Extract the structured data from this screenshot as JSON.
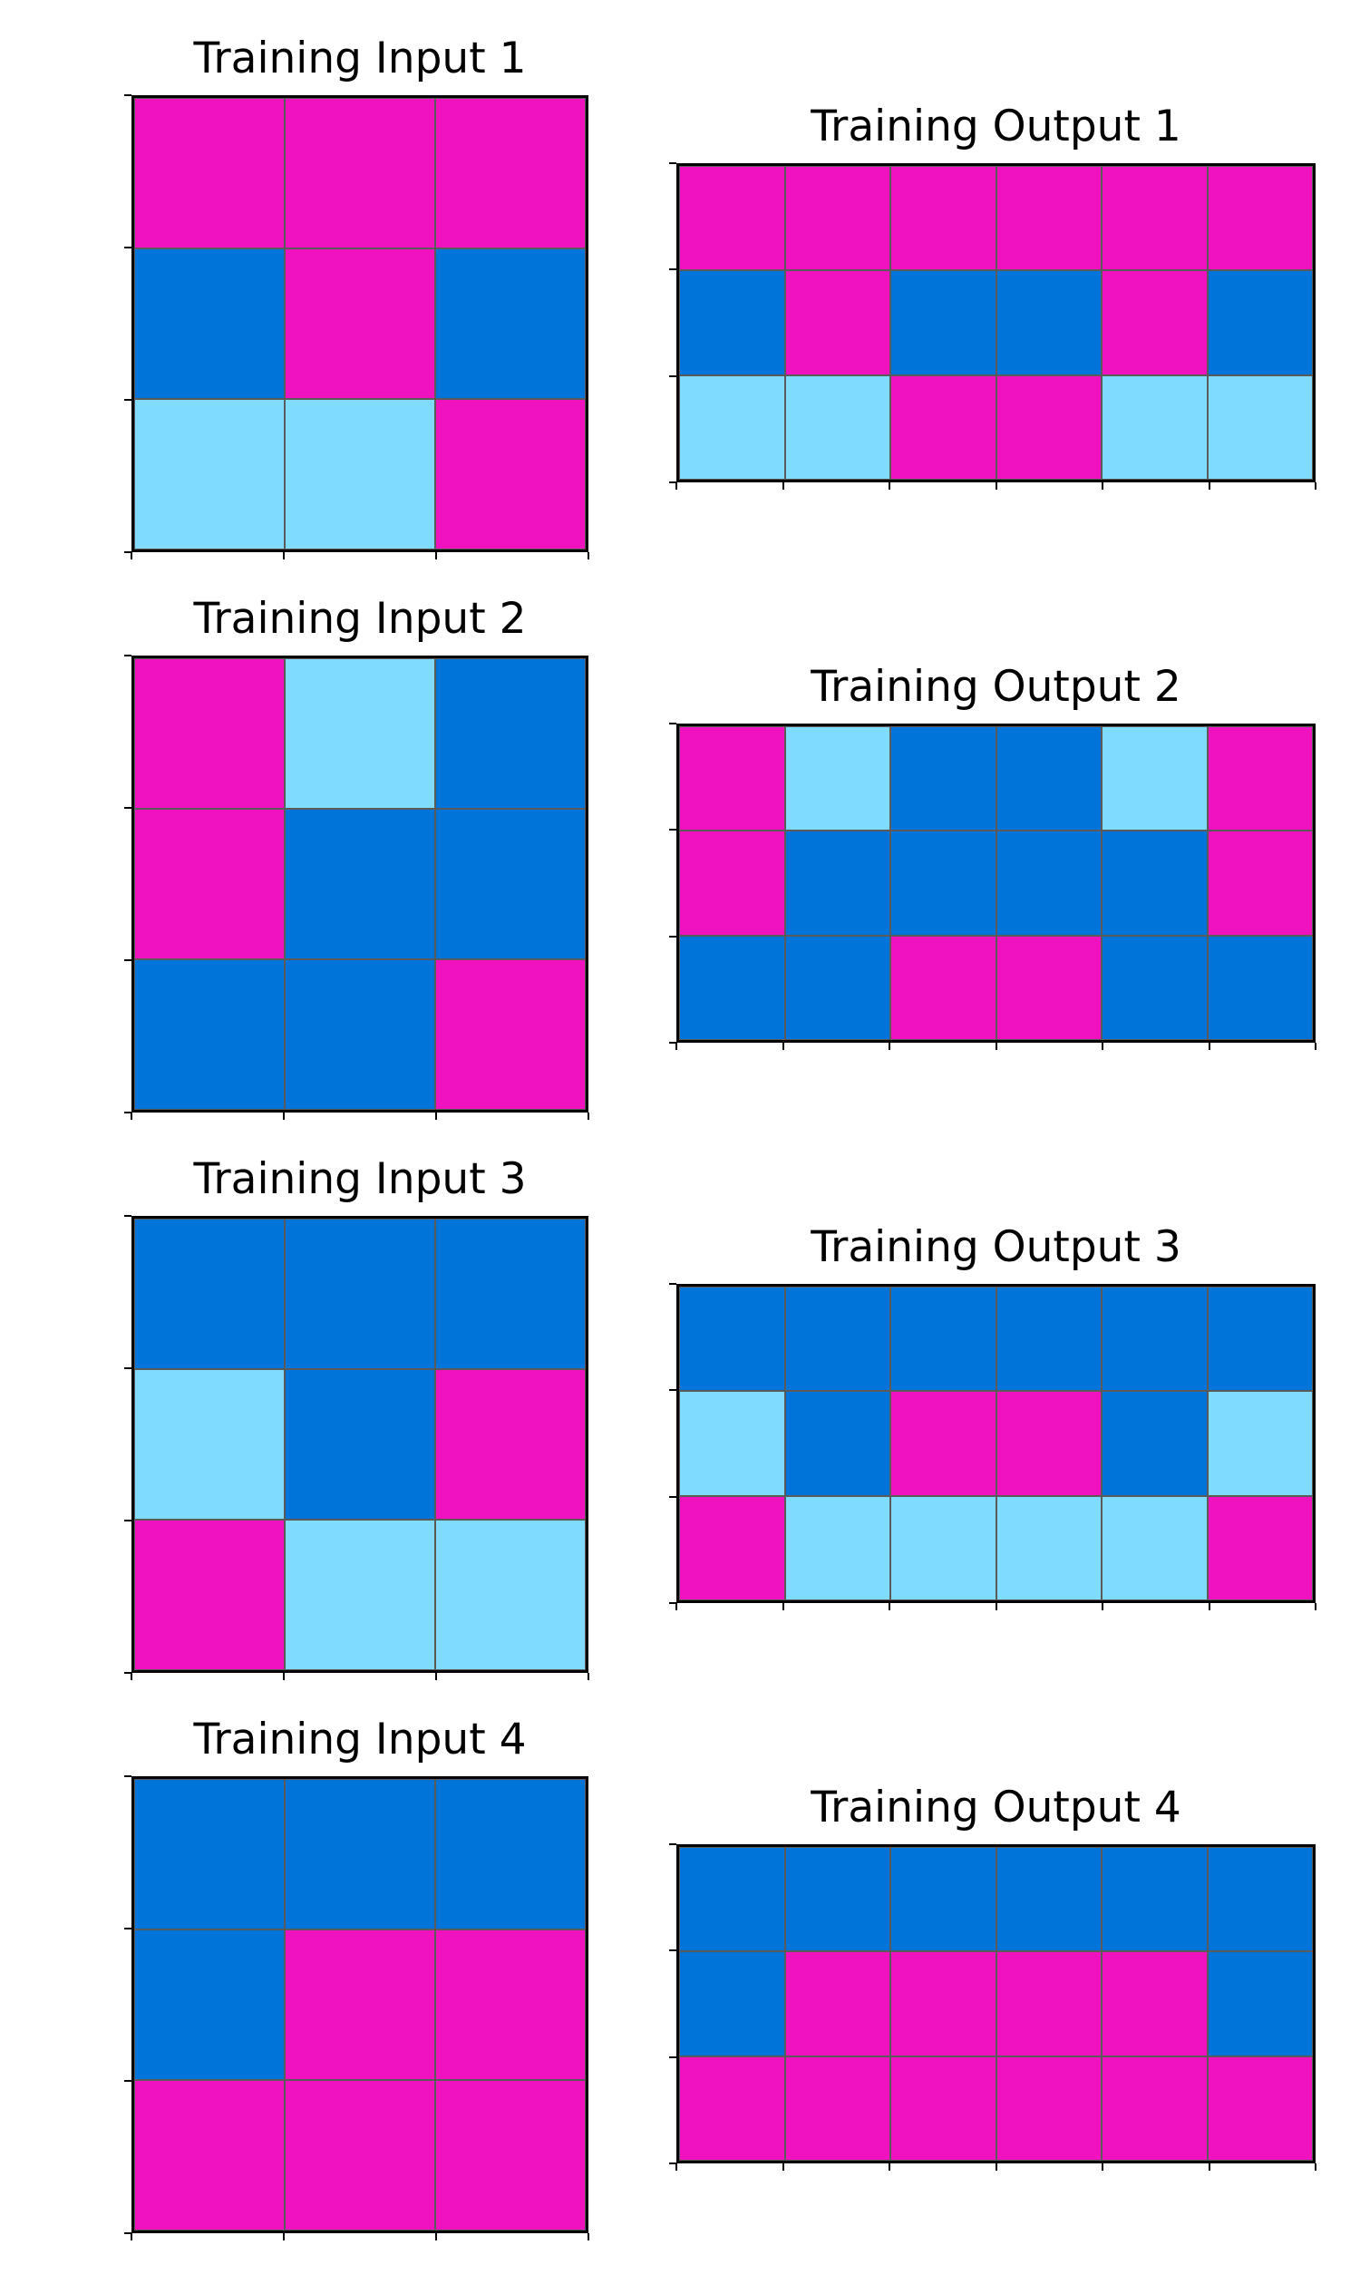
{
  "colors": {
    "M": "#f012be",
    "B": "#0074d9",
    "L": "#7fdbff"
  },
  "pairs": [
    {
      "input": {
        "title": "Training Input 1",
        "grid": [
          [
            "M",
            "M",
            "M"
          ],
          [
            "B",
            "M",
            "B"
          ],
          [
            "L",
            "L",
            "M"
          ]
        ]
      },
      "output": {
        "title": "Training Output 1",
        "grid": [
          [
            "M",
            "M",
            "M",
            "M",
            "M",
            "M"
          ],
          [
            "B",
            "M",
            "B",
            "B",
            "M",
            "B"
          ],
          [
            "L",
            "L",
            "M",
            "M",
            "L",
            "L"
          ]
        ]
      }
    },
    {
      "input": {
        "title": "Training Input 2",
        "grid": [
          [
            "M",
            "L",
            "B"
          ],
          [
            "M",
            "B",
            "B"
          ],
          [
            "B",
            "B",
            "M"
          ]
        ]
      },
      "output": {
        "title": "Training Output 2",
        "grid": [
          [
            "M",
            "L",
            "B",
            "B",
            "L",
            "M"
          ],
          [
            "M",
            "B",
            "B",
            "B",
            "B",
            "M"
          ],
          [
            "B",
            "B",
            "M",
            "M",
            "B",
            "B"
          ]
        ]
      }
    },
    {
      "input": {
        "title": "Training Input 3",
        "grid": [
          [
            "B",
            "B",
            "B"
          ],
          [
            "L",
            "B",
            "M"
          ],
          [
            "M",
            "L",
            "L"
          ]
        ]
      },
      "output": {
        "title": "Training Output 3",
        "grid": [
          [
            "B",
            "B",
            "B",
            "B",
            "B",
            "B"
          ],
          [
            "L",
            "B",
            "M",
            "M",
            "B",
            "L"
          ],
          [
            "M",
            "L",
            "L",
            "L",
            "L",
            "M"
          ]
        ]
      }
    },
    {
      "input": {
        "title": "Training Input 4",
        "grid": [
          [
            "B",
            "B",
            "B"
          ],
          [
            "B",
            "M",
            "M"
          ],
          [
            "M",
            "M",
            "M"
          ]
        ]
      },
      "output": {
        "title": "Training Output 4",
        "grid": [
          [
            "B",
            "B",
            "B",
            "B",
            "B",
            "B"
          ],
          [
            "B",
            "M",
            "M",
            "M",
            "M",
            "B"
          ],
          [
            "M",
            "M",
            "M",
            "M",
            "M",
            "M"
          ]
        ]
      }
    }
  ]
}
